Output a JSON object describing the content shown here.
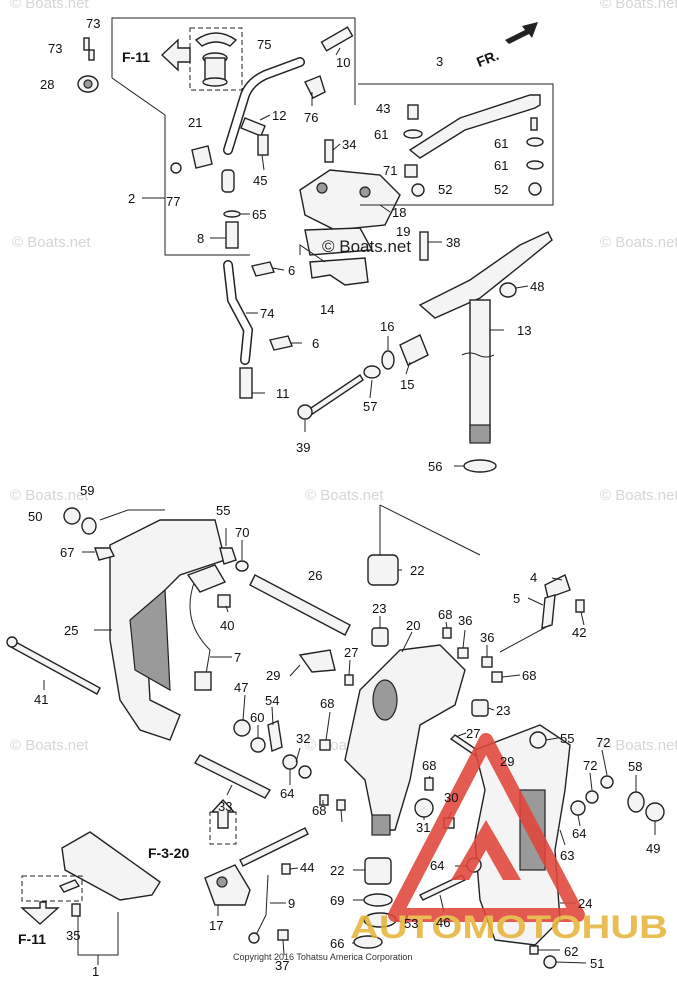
{
  "diagram": {
    "refs": {
      "f11_top": "F-11",
      "f11_bottom": "F-11",
      "f320": "F-3-20",
      "fr": "FR."
    },
    "callouts": [
      {
        "id": "73a",
        "text": "73"
      },
      {
        "id": "73b",
        "text": "73"
      },
      {
        "id": "28",
        "text": "28"
      },
      {
        "id": "75",
        "text": "75"
      },
      {
        "id": "10",
        "text": "10"
      },
      {
        "id": "3",
        "text": "3"
      },
      {
        "id": "21",
        "text": "21"
      },
      {
        "id": "12",
        "text": "12"
      },
      {
        "id": "76",
        "text": "76"
      },
      {
        "id": "43",
        "text": "43"
      },
      {
        "id": "61a",
        "text": "61"
      },
      {
        "id": "61b",
        "text": "61"
      },
      {
        "id": "61c",
        "text": "61"
      },
      {
        "id": "34",
        "text": "34"
      },
      {
        "id": "2",
        "text": "2"
      },
      {
        "id": "77",
        "text": "77"
      },
      {
        "id": "45",
        "text": "45"
      },
      {
        "id": "71",
        "text": "71"
      },
      {
        "id": "52a",
        "text": "52"
      },
      {
        "id": "52b",
        "text": "52"
      },
      {
        "id": "65",
        "text": "65"
      },
      {
        "id": "18",
        "text": "18"
      },
      {
        "id": "8",
        "text": "8"
      },
      {
        "id": "19",
        "text": "19"
      },
      {
        "id": "38",
        "text": "38"
      },
      {
        "id": "6a",
        "text": "6"
      },
      {
        "id": "48",
        "text": "48"
      },
      {
        "id": "74",
        "text": "74"
      },
      {
        "id": "14",
        "text": "14"
      },
      {
        "id": "16",
        "text": "16"
      },
      {
        "id": "13",
        "text": "13"
      },
      {
        "id": "6b",
        "text": "6"
      },
      {
        "id": "15",
        "text": "15"
      },
      {
        "id": "11",
        "text": "11"
      },
      {
        "id": "57",
        "text": "57"
      },
      {
        "id": "39",
        "text": "39"
      },
      {
        "id": "56",
        "text": "56"
      },
      {
        "id": "59",
        "text": "59"
      },
      {
        "id": "50",
        "text": "50"
      },
      {
        "id": "55a",
        "text": "55"
      },
      {
        "id": "70",
        "text": "70"
      },
      {
        "id": "67",
        "text": "67"
      },
      {
        "id": "22a",
        "text": "22"
      },
      {
        "id": "26",
        "text": "26"
      },
      {
        "id": "4",
        "text": "4"
      },
      {
        "id": "5",
        "text": "5"
      },
      {
        "id": "25",
        "text": "25"
      },
      {
        "id": "40",
        "text": "40"
      },
      {
        "id": "23a",
        "text": "23"
      },
      {
        "id": "68a",
        "text": "68"
      },
      {
        "id": "36a",
        "text": "36"
      },
      {
        "id": "20",
        "text": "20"
      },
      {
        "id": "42",
        "text": "42"
      },
      {
        "id": "36b",
        "text": "36"
      },
      {
        "id": "7",
        "text": "7"
      },
      {
        "id": "29a",
        "text": "29"
      },
      {
        "id": "27a",
        "text": "27"
      },
      {
        "id": "68b",
        "text": "68"
      },
      {
        "id": "41",
        "text": "41"
      },
      {
        "id": "47",
        "text": "47"
      },
      {
        "id": "54",
        "text": "54"
      },
      {
        "id": "68c",
        "text": "68"
      },
      {
        "id": "23b",
        "text": "23"
      },
      {
        "id": "60",
        "text": "60"
      },
      {
        "id": "32",
        "text": "32"
      },
      {
        "id": "27b",
        "text": "27"
      },
      {
        "id": "55b",
        "text": "55"
      },
      {
        "id": "72a",
        "text": "72"
      },
      {
        "id": "29b",
        "text": "29"
      },
      {
        "id": "72b",
        "text": "72"
      },
      {
        "id": "58",
        "text": "58"
      },
      {
        "id": "33",
        "text": "33"
      },
      {
        "id": "64a",
        "text": "64"
      },
      {
        "id": "68d",
        "text": "68"
      },
      {
        "id": "30",
        "text": "30"
      },
      {
        "id": "64b",
        "text": "64"
      },
      {
        "id": "68e",
        "text": "68"
      },
      {
        "id": "49",
        "text": "49"
      },
      {
        "id": "31",
        "text": "31"
      },
      {
        "id": "63",
        "text": "63"
      },
      {
        "id": "44",
        "text": "44"
      },
      {
        "id": "22b",
        "text": "22"
      },
      {
        "id": "64c",
        "text": "64"
      },
      {
        "id": "17",
        "text": "17"
      },
      {
        "id": "9",
        "text": "9"
      },
      {
        "id": "69",
        "text": "69"
      },
      {
        "id": "46",
        "text": "46"
      },
      {
        "id": "24",
        "text": "24"
      },
      {
        "id": "35",
        "text": "35"
      },
      {
        "id": "53",
        "text": "53"
      },
      {
        "id": "37",
        "text": "37"
      },
      {
        "id": "66",
        "text": "66"
      },
      {
        "id": "62",
        "text": "62"
      },
      {
        "id": "51",
        "text": "51"
      },
      {
        "id": "1",
        "text": "1"
      }
    ],
    "watermarks": [
      "© Boats.net",
      "© Boats.net",
      "© Boats.net",
      "© Boats.net",
      "© Boats.net",
      "© Boats.net",
      "© Boats.net",
      "© Boats.net",
      "© Boats.net",
      "© Boats.net"
    ],
    "watermark_center": "© Boats.net",
    "copyright": "Copyright 2016 Tohatsu America Corporation",
    "logo": {
      "text": "AUTOMOTOHUB",
      "colors": {
        "red": "#e0453a",
        "gold": "#e6b43c",
        "grey": "#6e6e6e"
      }
    }
  }
}
